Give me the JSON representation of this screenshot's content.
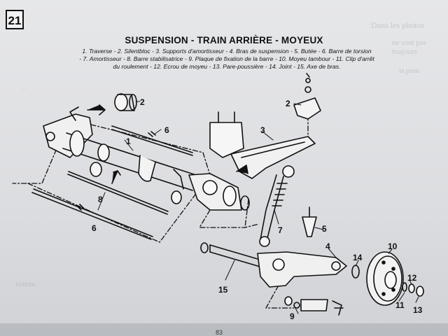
{
  "page": {
    "number": "21",
    "footer_number": "83"
  },
  "title": "SUSPENSION - TRAIN ARRIÈRE - MOYEUX",
  "legend": {
    "line1": "1. Traverse - 2. Silentbloc - 3. Supports d'amortisseur - 4. Bras de suspension - 5. Butée - 6. Barre de torsion",
    "line2": "- 7. Amortisseur - 8. Barre stabilisatrice - 9. Plaque de fixation de la barre - 10. Moyeu tambour - 11. Clip d'arrêt",
    "line3": "du roulement - 12. Ecrou de moyeu - 13. Pare-poussière - 14. Joint - 15. Axe de bras."
  },
  "background_text": {
    "right_1": "Dans les photos",
    "right_2": "ne sont pas toujours",
    "right_3": "la pneu",
    "left_1": "...",
    "left_2": "voiture"
  },
  "diagram": {
    "labels": {
      "l1": "1",
      "l2a": "2",
      "l2b": "2",
      "l3": "3",
      "l4": "4",
      "l5": "5",
      "l6a": "6",
      "l6b": "6",
      "l7": "7",
      "l8": "8",
      "l9": "9",
      "l10": "10",
      "l11": "11",
      "l12": "12",
      "l13": "13",
      "l14": "14",
      "l15": "15"
    }
  },
  "colors": {
    "ink": "#111111",
    "paper": "#e2e3e6"
  }
}
